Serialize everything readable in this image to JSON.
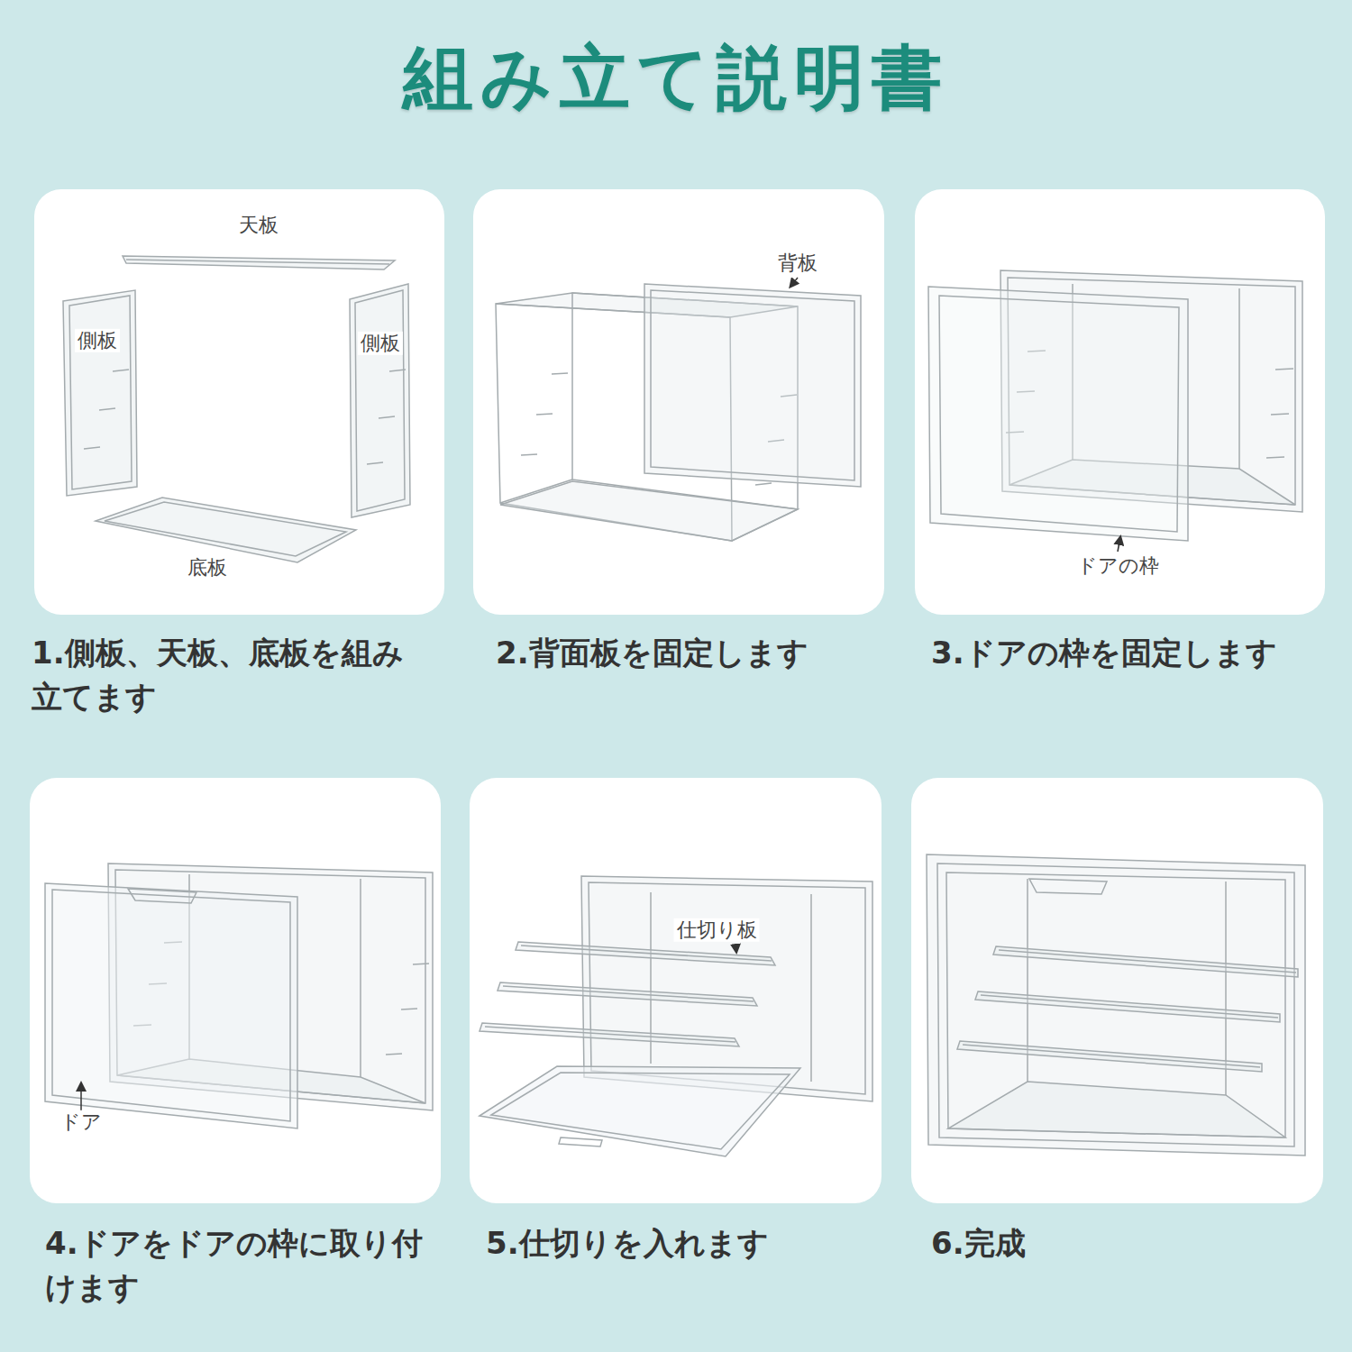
{
  "diagram": {
    "title": "組み立て説明書",
    "nodes": [
      {
        "text": [
          "天板",
          "側板",
          "側板",
          "底板",
          "1.側板、天板、底板を組み立てます"
        ]
      },
      {
        "text": [
          "背板",
          "2.背面板を固定します"
        ]
      },
      {
        "text": [
          "ドアの枠",
          "3.ドアの枠を固定します"
        ]
      },
      {
        "text": [
          "ドア",
          "4.ドアをドアの枠に取り付けます"
        ]
      },
      {
        "text": [
          "仕切り板",
          "5.仕切りを入れます"
        ]
      },
      {
        "text": [
          "6.完成"
        ]
      }
    ]
  }
}
